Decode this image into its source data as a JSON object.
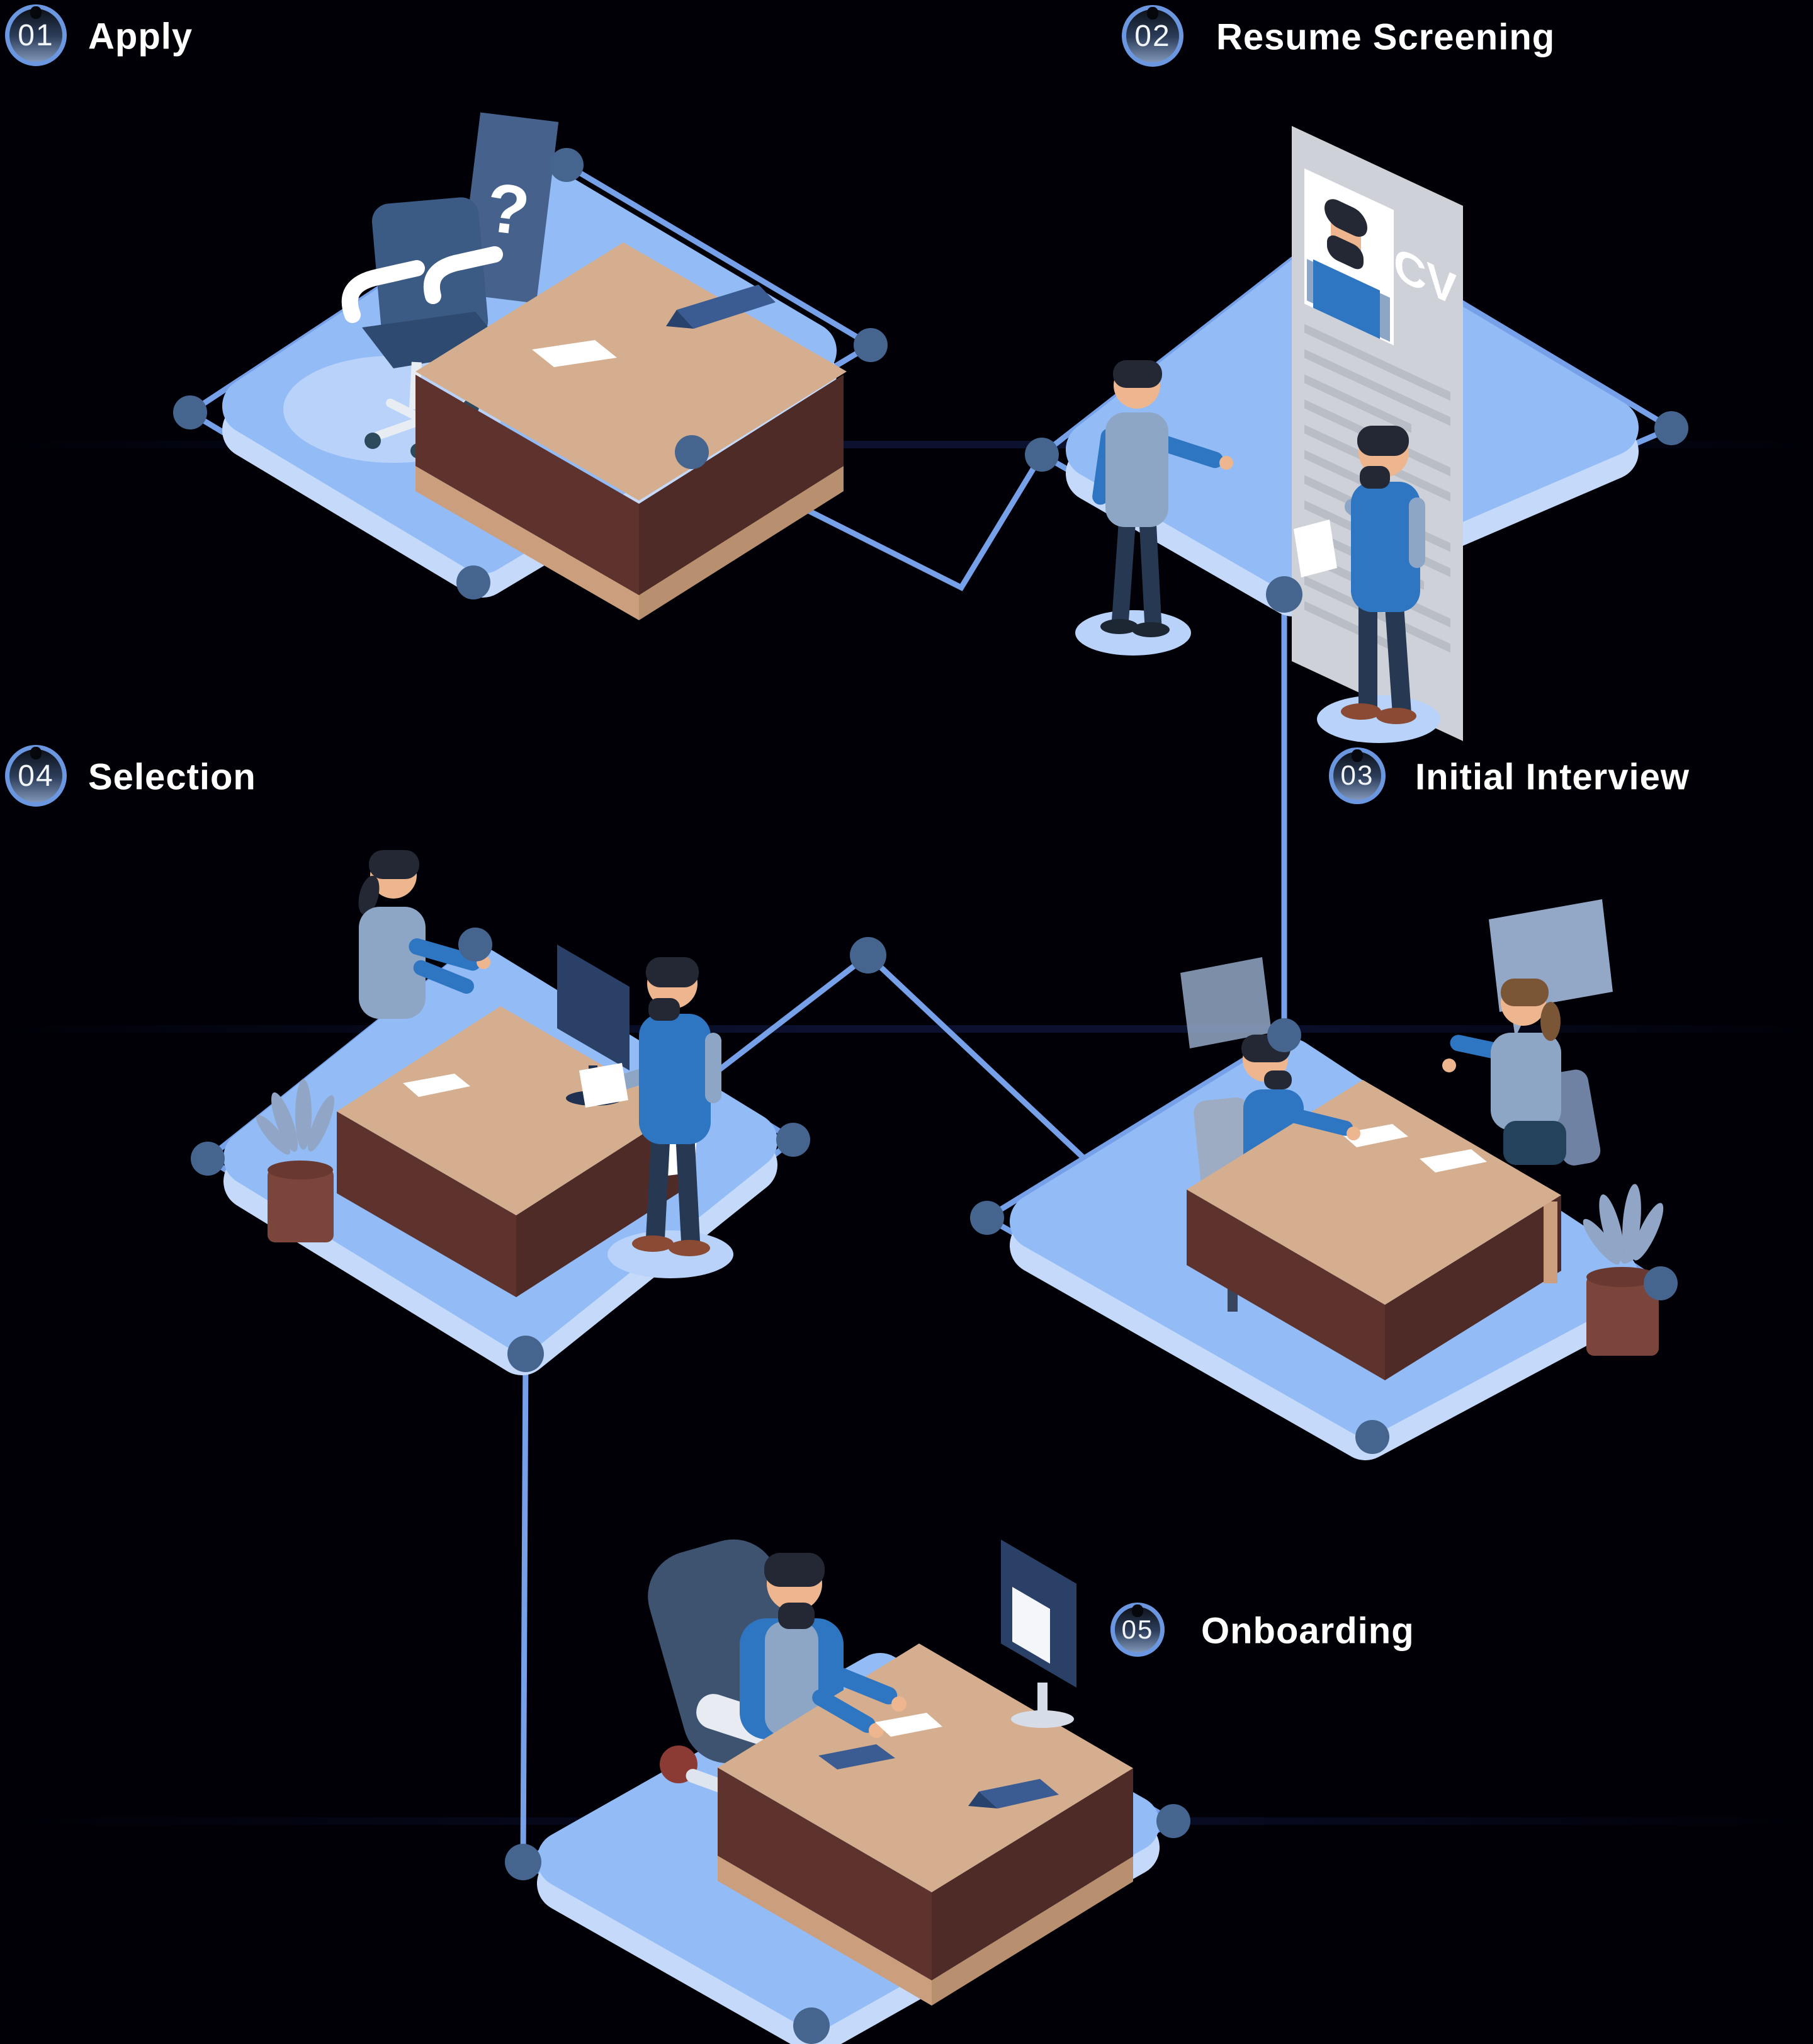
{
  "steps": [
    {
      "number": "01",
      "label": "Apply"
    },
    {
      "number": "02",
      "label": "Resume Screening"
    },
    {
      "number": "03",
      "label": "Initial Interview"
    },
    {
      "number": "04",
      "label": "Selection"
    },
    {
      "number": "05",
      "label": "Onboarding"
    }
  ],
  "scene_text": {
    "apply_sign": "?",
    "resume_doc": "CV"
  },
  "palette": {
    "wire": "#76a1e9",
    "node": "#45658f",
    "platform_top": "#93bcf7",
    "platform_side": "#c5dafb",
    "accent_ring": "#6b97e0",
    "desk_top": "#d5ae90",
    "desk_front": "#5e332e",
    "shirt_blue": "#2e76c2",
    "vest_gray": "#8ea6c6",
    "text": "#ffffff",
    "background": "#000006"
  }
}
